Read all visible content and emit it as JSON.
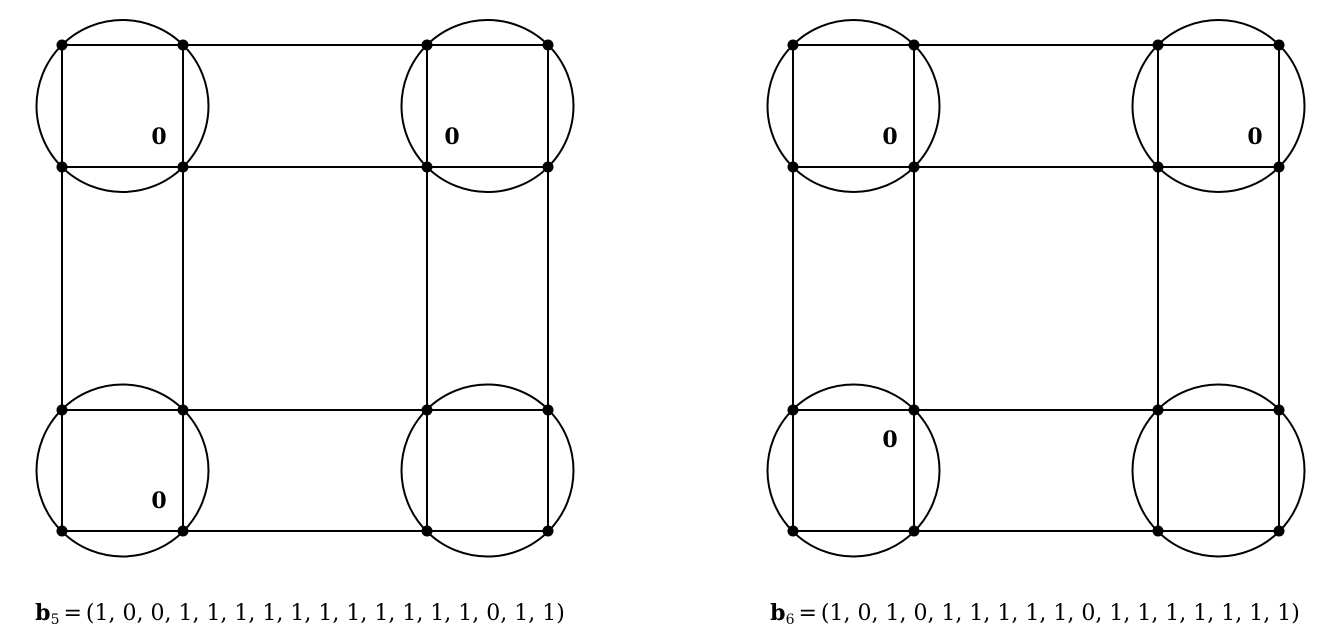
{
  "panels": [
    {
      "vector_symbol": "b",
      "vector_index": "5",
      "equals": "=",
      "vector_values": "(1, 0, 0, 1, 1, 1, 1, 1, 1, 1, 1, 1, 1, 1, 0, 1, 1)",
      "zero_labels": [
        {
          "text": "0",
          "corner": "top-left",
          "quadrant": "bottom-right"
        },
        {
          "text": "0",
          "corner": "top-right",
          "quadrant": "bottom-left"
        },
        {
          "text": "0",
          "corner": "bottom-left",
          "quadrant": "bottom-right"
        }
      ]
    },
    {
      "vector_symbol": "b",
      "vector_index": "6",
      "equals": "=",
      "vector_values": "(1, 0, 1, 0, 1, 1, 1, 1, 1, 0, 1, 1, 1, 1, 1, 1, 1)",
      "zero_labels": [
        {
          "text": "0",
          "corner": "top-left",
          "quadrant": "bottom-right"
        },
        {
          "text": "0",
          "corner": "top-right",
          "quadrant": "bottom-right"
        },
        {
          "text": "0",
          "corner": "bottom-left",
          "quadrant": "top-right"
        }
      ]
    }
  ]
}
